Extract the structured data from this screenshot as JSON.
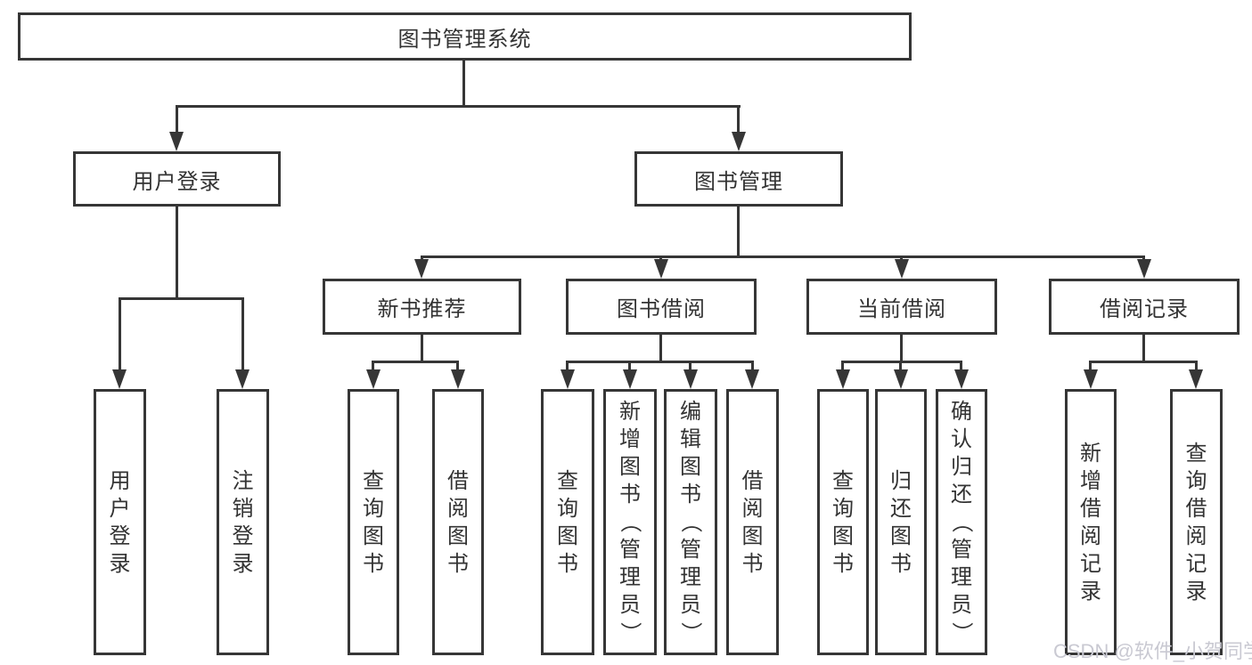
{
  "tree": {
    "label": "图书管理系统",
    "children": [
      {
        "label": "用户登录",
        "children": [
          {
            "label": "用户登录"
          },
          {
            "label": "注销登录"
          }
        ]
      },
      {
        "label": "图书管理",
        "children": [
          {
            "label": "新书推荐",
            "children": [
              {
                "label": "查询图书"
              },
              {
                "label": "借阅图书"
              }
            ]
          },
          {
            "label": "图书借阅",
            "children": [
              {
                "label": "查询图书"
              },
              {
                "label": "新增图书（管理员）"
              },
              {
                "label": "编辑图书（管理员）"
              },
              {
                "label": "借阅图书"
              }
            ]
          },
          {
            "label": "当前借阅",
            "children": [
              {
                "label": "查询图书"
              },
              {
                "label": "归还图书"
              },
              {
                "label": "确认归还（管理员）"
              }
            ]
          },
          {
            "label": "借阅记录",
            "children": [
              {
                "label": "新增借阅记录"
              },
              {
                "label": "查询借阅记录"
              }
            ]
          }
        ]
      }
    ]
  },
  "watermark": {
    "text": "CSDN @软件_小贺同学"
  },
  "colors": {
    "line": "#363636",
    "text": "#333333",
    "watermark": "#c9c9d2",
    "background": "#ffffff"
  }
}
